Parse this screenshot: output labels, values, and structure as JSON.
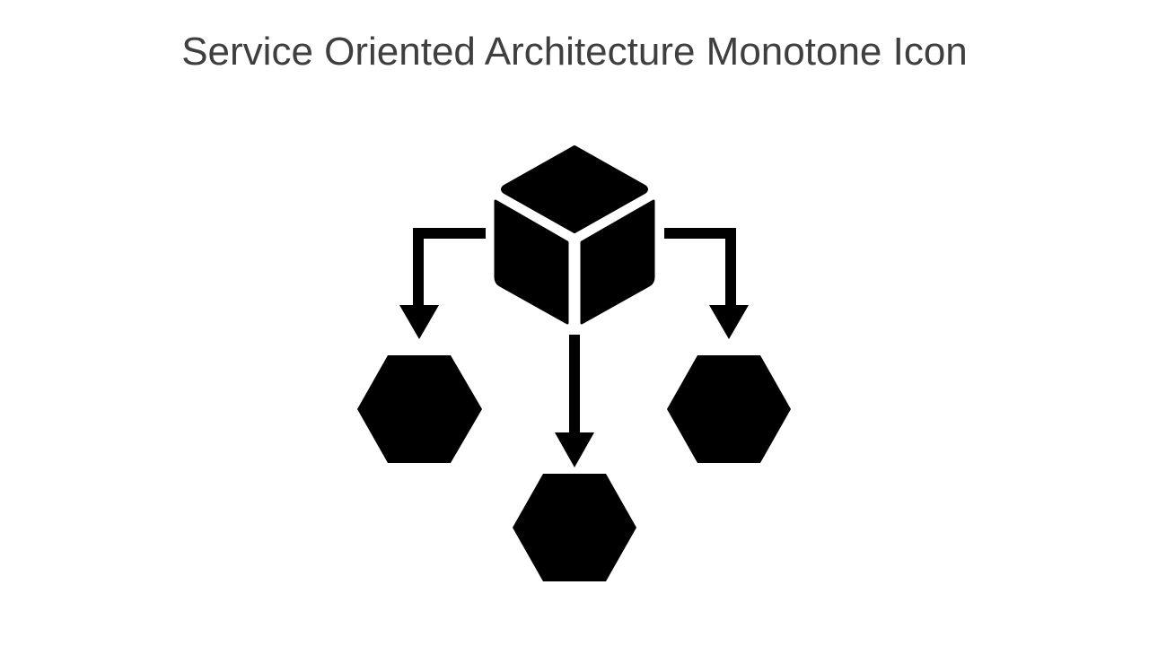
{
  "slide": {
    "title": "Service Oriented Architecture Monotone Icon"
  },
  "icon": {
    "name": "service-oriented-architecture-icon",
    "fill_color": "#000000",
    "elements": {
      "central_service": "cube-icon",
      "child_services": [
        "hexagon-icon",
        "hexagon-icon",
        "hexagon-icon"
      ],
      "connectors": [
        "arrow-left",
        "arrow-center",
        "arrow-right"
      ]
    }
  },
  "colors": {
    "background": "#ffffff",
    "title_text": "#3f3f3f"
  }
}
